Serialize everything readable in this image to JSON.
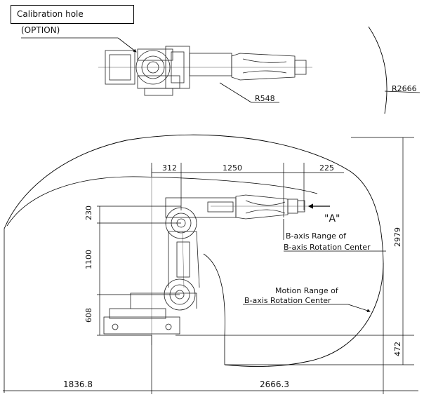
{
  "callouts": {
    "calibration_hole": "Calibration hole",
    "option": "(OPTION)",
    "r548": "R548",
    "r2666": "R2666",
    "view_a": "\"A\"",
    "b_axis_range_line1": "B-axis Range of",
    "b_axis_range_line2": "B-axis Rotation Center",
    "motion_range_line1": "Motion Range of",
    "motion_range_line2": "B-axis Rotation Center"
  },
  "dimensions": {
    "top_312": "312",
    "top_1250": "1250",
    "top_225": "225",
    "left_230": "230",
    "left_1100": "1100",
    "left_608": "608",
    "right_2979": "2979",
    "right_472": "472",
    "bottom_1836_8": "1836.8",
    "bottom_2666_3": "2666.3"
  }
}
